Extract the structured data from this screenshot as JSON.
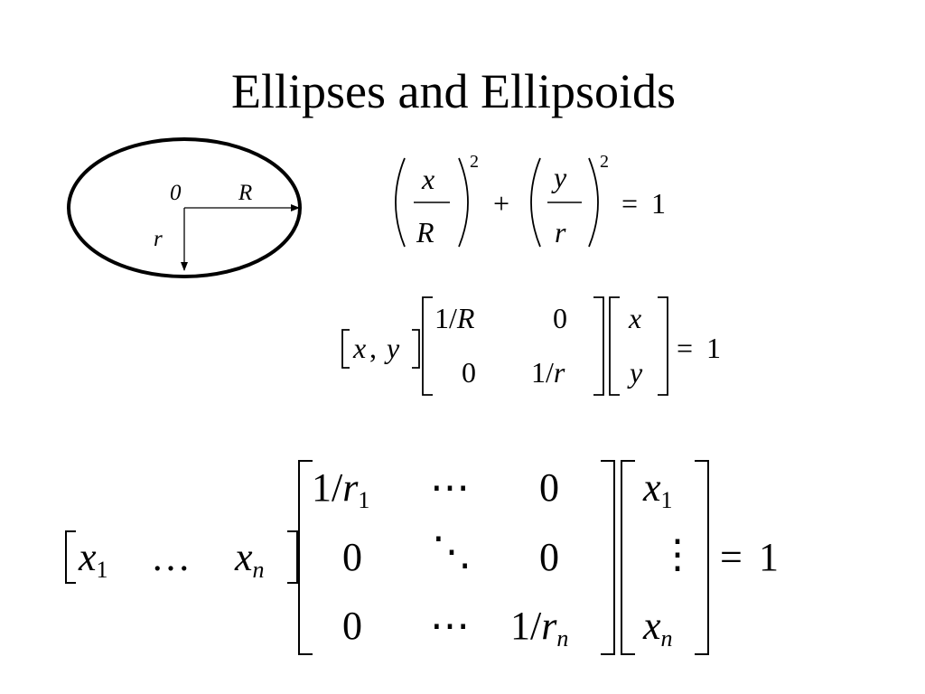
{
  "slide": {
    "title": "Ellipses and Ellipsoids"
  },
  "diagram": {
    "origin_label": "0",
    "major_label": "R",
    "minor_label": "r"
  },
  "equation1": {
    "x": "x",
    "R": "R",
    "y": "y",
    "r": "r",
    "exp": "2",
    "plus": "+",
    "equals": "=",
    "one": "1"
  },
  "equation2": {
    "row_x": "x",
    "comma": ",",
    "row_y": "y",
    "m11": "1/",
    "m11_var": "R",
    "m12": "0",
    "m21": "0",
    "m22": "1/",
    "m22_var": "r",
    "col_x": "x",
    "col_y": "y",
    "equals": "=",
    "one": "1"
  },
  "equation3": {
    "row_x1": "x",
    "row_x1_sub": "1",
    "row_dots": "…",
    "row_xn": "x",
    "row_xn_sub": "n",
    "m11": "1/",
    "m11_var": "r",
    "m11_sub": "1",
    "m12": "⋯",
    "m13": "0",
    "m21": "0",
    "m22": "⋱",
    "m23": "0",
    "m31": "0",
    "m32": "⋯",
    "m33": "1/",
    "m33_var": "r",
    "m33_sub": "n",
    "col_x1": "x",
    "col_x1_sub": "1",
    "col_vdots": "⋮",
    "col_xn": "x",
    "col_xn_sub": "n",
    "equals": "=",
    "one": "1"
  }
}
